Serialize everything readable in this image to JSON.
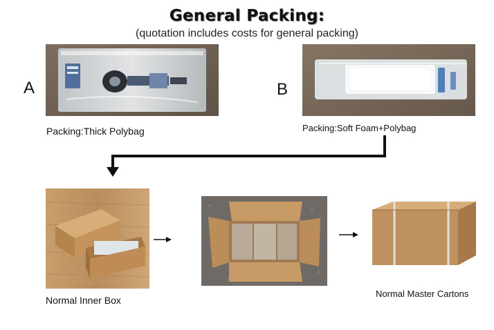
{
  "header": {
    "title": "General Packing:",
    "subtitle": "(quotation includes costs for general packing)"
  },
  "options": [
    {
      "letter": "A",
      "caption": "Packing:Thick Polybag",
      "photo": "thick-polybag-photo"
    },
    {
      "letter": "B",
      "caption": "Packing:Soft Foam+Polybag",
      "photo": "foam-polybag-photo"
    }
  ],
  "steps": [
    {
      "caption": "Normal Inner Box",
      "photo": "inner-box-photo"
    },
    {
      "caption": "",
      "photo": "open-carton-photo"
    },
    {
      "caption": "Normal Master Cartons",
      "photo": "master-carton-photo"
    }
  ],
  "colors": {
    "cardboard": "#b98a55",
    "floor": "#7a6a5a",
    "wood": "#c49a6a",
    "arrow": "#111111"
  }
}
